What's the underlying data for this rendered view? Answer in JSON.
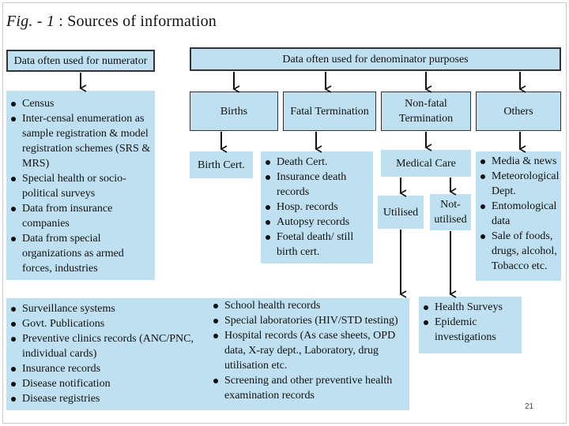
{
  "title": {
    "prefix": "Fig. - 1",
    "text": ": Sources of information"
  },
  "numerator": {
    "header": "Data often used for numerator",
    "items": [
      "Census",
      "Inter-censal enumeration as sample registration & model registration schemes (SRS & MRS)",
      "Special health or socio-political surveys",
      "Data from insurance companies",
      "Data from special organizations as armed forces, industries"
    ]
  },
  "denominator": {
    "header": "Data often used for denominator purposes",
    "births": "Births",
    "fatal": "Fatal Termination",
    "nonfatal": "Non-fatal Termination",
    "others": "Others",
    "birth_cert": "Birth Cert.",
    "fatal_items": [
      "Death Cert.",
      "Insurance death records",
      "Hosp. records",
      "Autopsy records",
      "Foetal death/ still birth cert."
    ],
    "medical_care": "Medical Care",
    "utilised": "Utilised",
    "not_utilised": "Not-utilised",
    "others_items": [
      "Media & news",
      "Meteorological Dept.",
      "Entomological data",
      "Sale of foods, drugs, alcohol, Tobacco etc."
    ]
  },
  "bottom_left": [
    "Surveillance systems",
    "Govt. Publications",
    "Preventive clinics records (ANC/PNC, individual cards)",
    "Insurance records",
    "Disease notification",
    "Disease registries"
  ],
  "bottom_mid": [
    "School health records",
    "Special laboratories (HIV/STD testing)",
    "Hospital records (As case sheets, OPD data, X-ray dept., Laboratory, drug utilisation etc.",
    "Screening and other preventive health examination records"
  ],
  "bottom_right": [
    "Health Surveys",
    "Epidemic investigations"
  ],
  "page_number": "21"
}
